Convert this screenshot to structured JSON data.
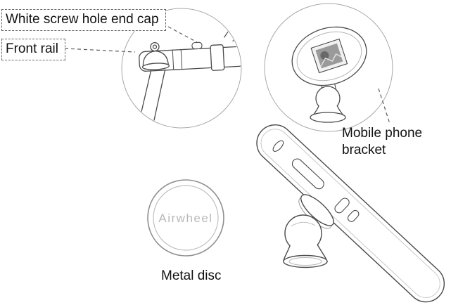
{
  "labels": {
    "end_cap": "White screw hole end cap",
    "front_rail": "Front rail",
    "mobile_bracket": "Mobile phone bracket",
    "metal_disc": "Metal disc"
  },
  "brand": "Airwheel",
  "colors": {
    "outline": "#4a4a4a",
    "zoom_circle": "#a8a8a8",
    "leader": "#5a5a5a",
    "brand_text": "#b8b8b8",
    "label_text": "#111111"
  }
}
